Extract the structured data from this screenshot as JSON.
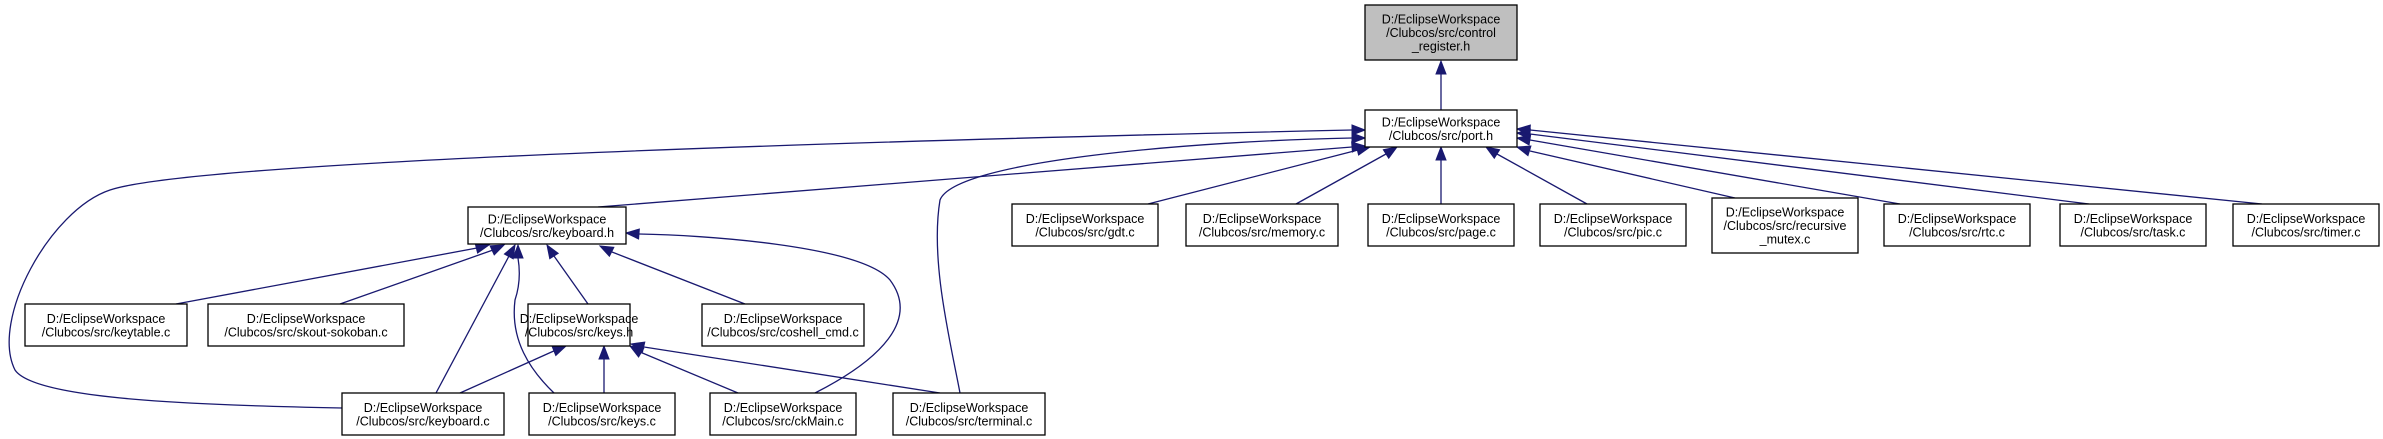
{
  "nodes": [
    {
      "id": "control_register_h",
      "lines": [
        "D:/EclipseWorkspace",
        "/Clubcos/src/control",
        "_register.h"
      ],
      "highlighted": true
    },
    {
      "id": "port_h",
      "lines": [
        "D:/EclipseWorkspace",
        "/Clubcos/src/port.h"
      ]
    },
    {
      "id": "keyboard_h",
      "lines": [
        "D:/EclipseWorkspace",
        "/Clubcos/src/keyboard.h"
      ]
    },
    {
      "id": "gdt_c",
      "lines": [
        "D:/EclipseWorkspace",
        "/Clubcos/src/gdt.c"
      ]
    },
    {
      "id": "memory_c",
      "lines": [
        "D:/EclipseWorkspace",
        "/Clubcos/src/memory.c"
      ]
    },
    {
      "id": "page_c",
      "lines": [
        "D:/EclipseWorkspace",
        "/Clubcos/src/page.c"
      ]
    },
    {
      "id": "pic_c",
      "lines": [
        "D:/EclipseWorkspace",
        "/Clubcos/src/pic.c"
      ]
    },
    {
      "id": "recursive_mutex_c",
      "lines": [
        "D:/EclipseWorkspace",
        "/Clubcos/src/recursive",
        "_mutex.c"
      ]
    },
    {
      "id": "rtc_c",
      "lines": [
        "D:/EclipseWorkspace",
        "/Clubcos/src/rtc.c"
      ]
    },
    {
      "id": "task_c",
      "lines": [
        "D:/EclipseWorkspace",
        "/Clubcos/src/task.c"
      ]
    },
    {
      "id": "timer_c",
      "lines": [
        "D:/EclipseWorkspace",
        "/Clubcos/src/timer.c"
      ]
    },
    {
      "id": "keytable_c",
      "lines": [
        "D:/EclipseWorkspace",
        "/Clubcos/src/keytable.c"
      ]
    },
    {
      "id": "skout_sokoban_c",
      "lines": [
        "D:/EclipseWorkspace",
        "/Clubcos/src/skout-sokoban.c"
      ]
    },
    {
      "id": "keys_h",
      "lines": [
        "D:/EclipseWorkspace",
        "/Clubcos/src/keys.h"
      ]
    },
    {
      "id": "coshell_cmd_c",
      "lines": [
        "D:/EclipseWorkspace",
        "/Clubcos/src/coshell_cmd.c"
      ]
    },
    {
      "id": "keyboard_c",
      "lines": [
        "D:/EclipseWorkspace",
        "/Clubcos/src/keyboard.c"
      ]
    },
    {
      "id": "keys_c",
      "lines": [
        "D:/EclipseWorkspace",
        "/Clubcos/src/keys.c"
      ]
    },
    {
      "id": "ckmain_c",
      "lines": [
        "D:/EclipseWorkspace",
        "/Clubcos/src/ckMain.c"
      ]
    },
    {
      "id": "terminal_c",
      "lines": [
        "D:/EclipseWorkspace",
        "/Clubcos/src/terminal.c"
      ]
    }
  ],
  "edges": [
    {
      "from": "port_h",
      "to": "control_register_h"
    },
    {
      "from": "keyboard_h",
      "to": "port_h"
    },
    {
      "from": "gdt_c",
      "to": "port_h"
    },
    {
      "from": "memory_c",
      "to": "port_h"
    },
    {
      "from": "page_c",
      "to": "port_h"
    },
    {
      "from": "pic_c",
      "to": "port_h"
    },
    {
      "from": "recursive_mutex_c",
      "to": "port_h"
    },
    {
      "from": "rtc_c",
      "to": "port_h"
    },
    {
      "from": "task_c",
      "to": "port_h"
    },
    {
      "from": "timer_c",
      "to": "port_h"
    },
    {
      "from": "keyboard_c",
      "to": "port_h"
    },
    {
      "from": "terminal_c",
      "to": "port_h"
    },
    {
      "from": "keytable_c",
      "to": "keyboard_h"
    },
    {
      "from": "skout_sokoban_c",
      "to": "keyboard_h"
    },
    {
      "from": "keys_h",
      "to": "keyboard_h"
    },
    {
      "from": "coshell_cmd_c",
      "to": "keyboard_h"
    },
    {
      "from": "keyboard_c",
      "to": "keyboard_h"
    },
    {
      "from": "keys_c",
      "to": "keyboard_h"
    },
    {
      "from": "ckmain_c",
      "to": "keyboard_h"
    },
    {
      "from": "keyboard_c",
      "to": "keys_h"
    },
    {
      "from": "keys_c",
      "to": "keys_h"
    },
    {
      "from": "ckmain_c",
      "to": "keys_h"
    },
    {
      "from": "terminal_c",
      "to": "keys_h"
    }
  ]
}
